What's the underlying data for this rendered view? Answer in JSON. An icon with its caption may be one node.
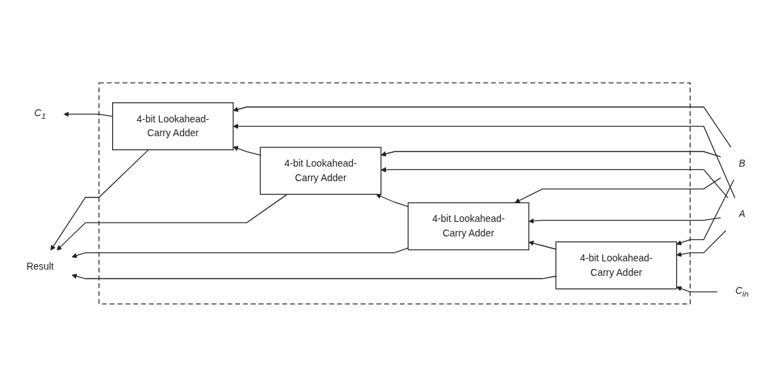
{
  "diagram": {
    "nodes": [
      {
        "text": [
          "B"
        ]
      },
      {
        "text": [
          "A"
        ]
      },
      {
        "text": [],
        "shape": "box"
      },
      {
        "text": [
          "4-bit Lookahead-Carry Adder"
        ],
        "in": 2
      },
      {
        "text": [
          "4-bit Lookahead-Carry Adder"
        ],
        "in": 2
      },
      {
        "text": [
          "4-bit Lookahead-Carry Adder"
        ],
        "in": 2
      },
      {
        "text": [
          "4-bit Lookahead-Carry Adder"
        ],
        "in": 2
      },
      {
        "text": [
          "C$_{1}$"
        ]
      },
      {
        "text": [
          "C$_{in}$"
        ]
      },
      {
        "text": [
          "Result"
        ]
      }
    ],
    "edges": [
      {
        "from": 0,
        "to": 3,
        "arrow": "to"
      },
      {
        "from": 0,
        "to": 4,
        "arrow": "to"
      },
      {
        "from": 0,
        "to": 5,
        "arrow": "to"
      },
      {
        "from": 0,
        "to": 6,
        "arrow": "to"
      },
      {
        "from": 1,
        "to": 3,
        "arrow": "to"
      },
      {
        "from": 1,
        "to": 4,
        "arrow": "to"
      },
      {
        "from": 1,
        "to": 5,
        "arrow": "to"
      },
      {
        "from": 1,
        "to": 6,
        "arrow": "to"
      },
      {
        "from": 8,
        "to": 6,
        "arrow": "to"
      },
      {
        "from": 6,
        "to": 5,
        "arrow": "to"
      },
      {
        "from": 5,
        "to": 4,
        "arrow": "to"
      },
      {
        "from": 4,
        "to": 3,
        "arrow": "to"
      },
      {
        "from": 3,
        "to": 7,
        "arrow": "to"
      },
      {
        "from": 3,
        "to": 9,
        "arrow": "to"
      },
      {
        "from": 4,
        "to": 9,
        "arrow": "to"
      },
      {
        "from": 5,
        "to": 9,
        "arrow": "to"
      },
      {
        "from": 6,
        "to": 9,
        "arrow": "to"
      }
    ]
  }
}
